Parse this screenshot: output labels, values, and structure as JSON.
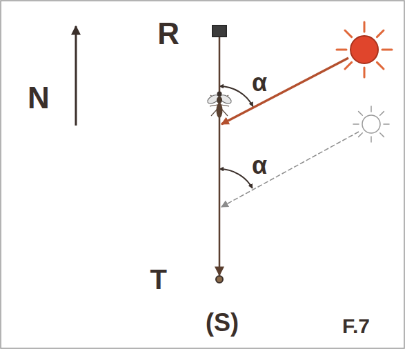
{
  "diagram": {
    "nodes": [
      {
        "text": [
          "R"
        ]
      },
      {
        "text": [
          "T"
        ]
      }
    ],
    "edges": [
      {
        "from": 0,
        "to": 1,
        "arrow": "to"
      }
    ],
    "labels": [
      "N",
      "α",
      "α",
      "(S)",
      "F.7"
    ]
  }
}
